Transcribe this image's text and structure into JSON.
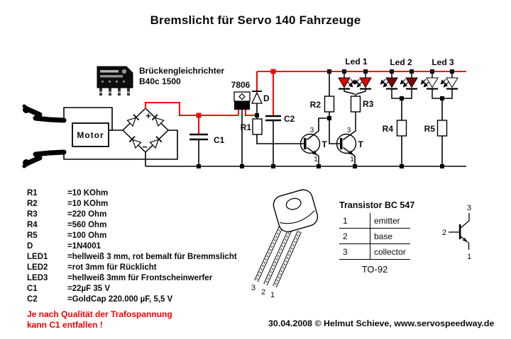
{
  "title": "Bremslicht für Servo 140 Fahrzeuge",
  "schematic": {
    "photo_caption_line1": "Brückengleichrichter",
    "photo_caption_line2": "B40c 1500",
    "labels": {
      "motor": "Motor",
      "regulator": "7806",
      "diode": "D",
      "r1": "R1",
      "r2": "R2",
      "r3": "R3",
      "r4": "R4",
      "r5": "R5",
      "c1": "C1",
      "c2": "C2",
      "led1": "Led 1",
      "led2": "Led 2",
      "led3": "Led 3",
      "transistor": "T",
      "plus": "+",
      "minus": "−",
      "pin_collector": "3",
      "pin_emitter": "1"
    },
    "colors": {
      "positive_wire": "#ff0000",
      "wire": "#000000",
      "led1_fill": "#e40000",
      "led2_fill": "#7d0505",
      "led3_fill": "#ffffff"
    }
  },
  "parts_list": [
    {
      "name": "R1",
      "value": "=10 KOhm"
    },
    {
      "name": "R2",
      "value": "=10 KOhm"
    },
    {
      "name": "R3",
      "value": "=220 Ohm"
    },
    {
      "name": "R4",
      "value": "=560 Ohm"
    },
    {
      "name": "R5",
      "value": "=100 Ohm"
    },
    {
      "name": "D",
      "value": "=1N4001"
    },
    {
      "name": "LED1",
      "value": "=hellweiß 3 mm, rot bemalt für Bremmslicht"
    },
    {
      "name": "LED2",
      "value": "=rot 3mm für Rücklicht"
    },
    {
      "name": "LED3",
      "value": "=hellweiß 3mm für Frontscheinwerfer"
    },
    {
      "name": "C1",
      "value": "=22µF 35 V"
    },
    {
      "name": "C2",
      "value": "=GoldCap 220.000 µF, 5,5 V"
    }
  ],
  "warning": {
    "color": "#ee0000",
    "line1": "Je nach Qualität der Trafospannung",
    "line2": "kann C1 entfallen !"
  },
  "transistor_info": {
    "title": "Transistor BC 547",
    "pins": [
      {
        "num": "1",
        "name": "emitter"
      },
      {
        "num": "2",
        "name": "base"
      },
      {
        "num": "3",
        "name": "collector"
      }
    ],
    "package": "TO-92",
    "package_pins": [
      "3",
      "2",
      "1"
    ],
    "symbol_pins": {
      "collector": "3",
      "base": "2",
      "emitter": "1"
    }
  },
  "footer": "30.04.2008 © Helmut Schieve, www.servospeedway.de"
}
